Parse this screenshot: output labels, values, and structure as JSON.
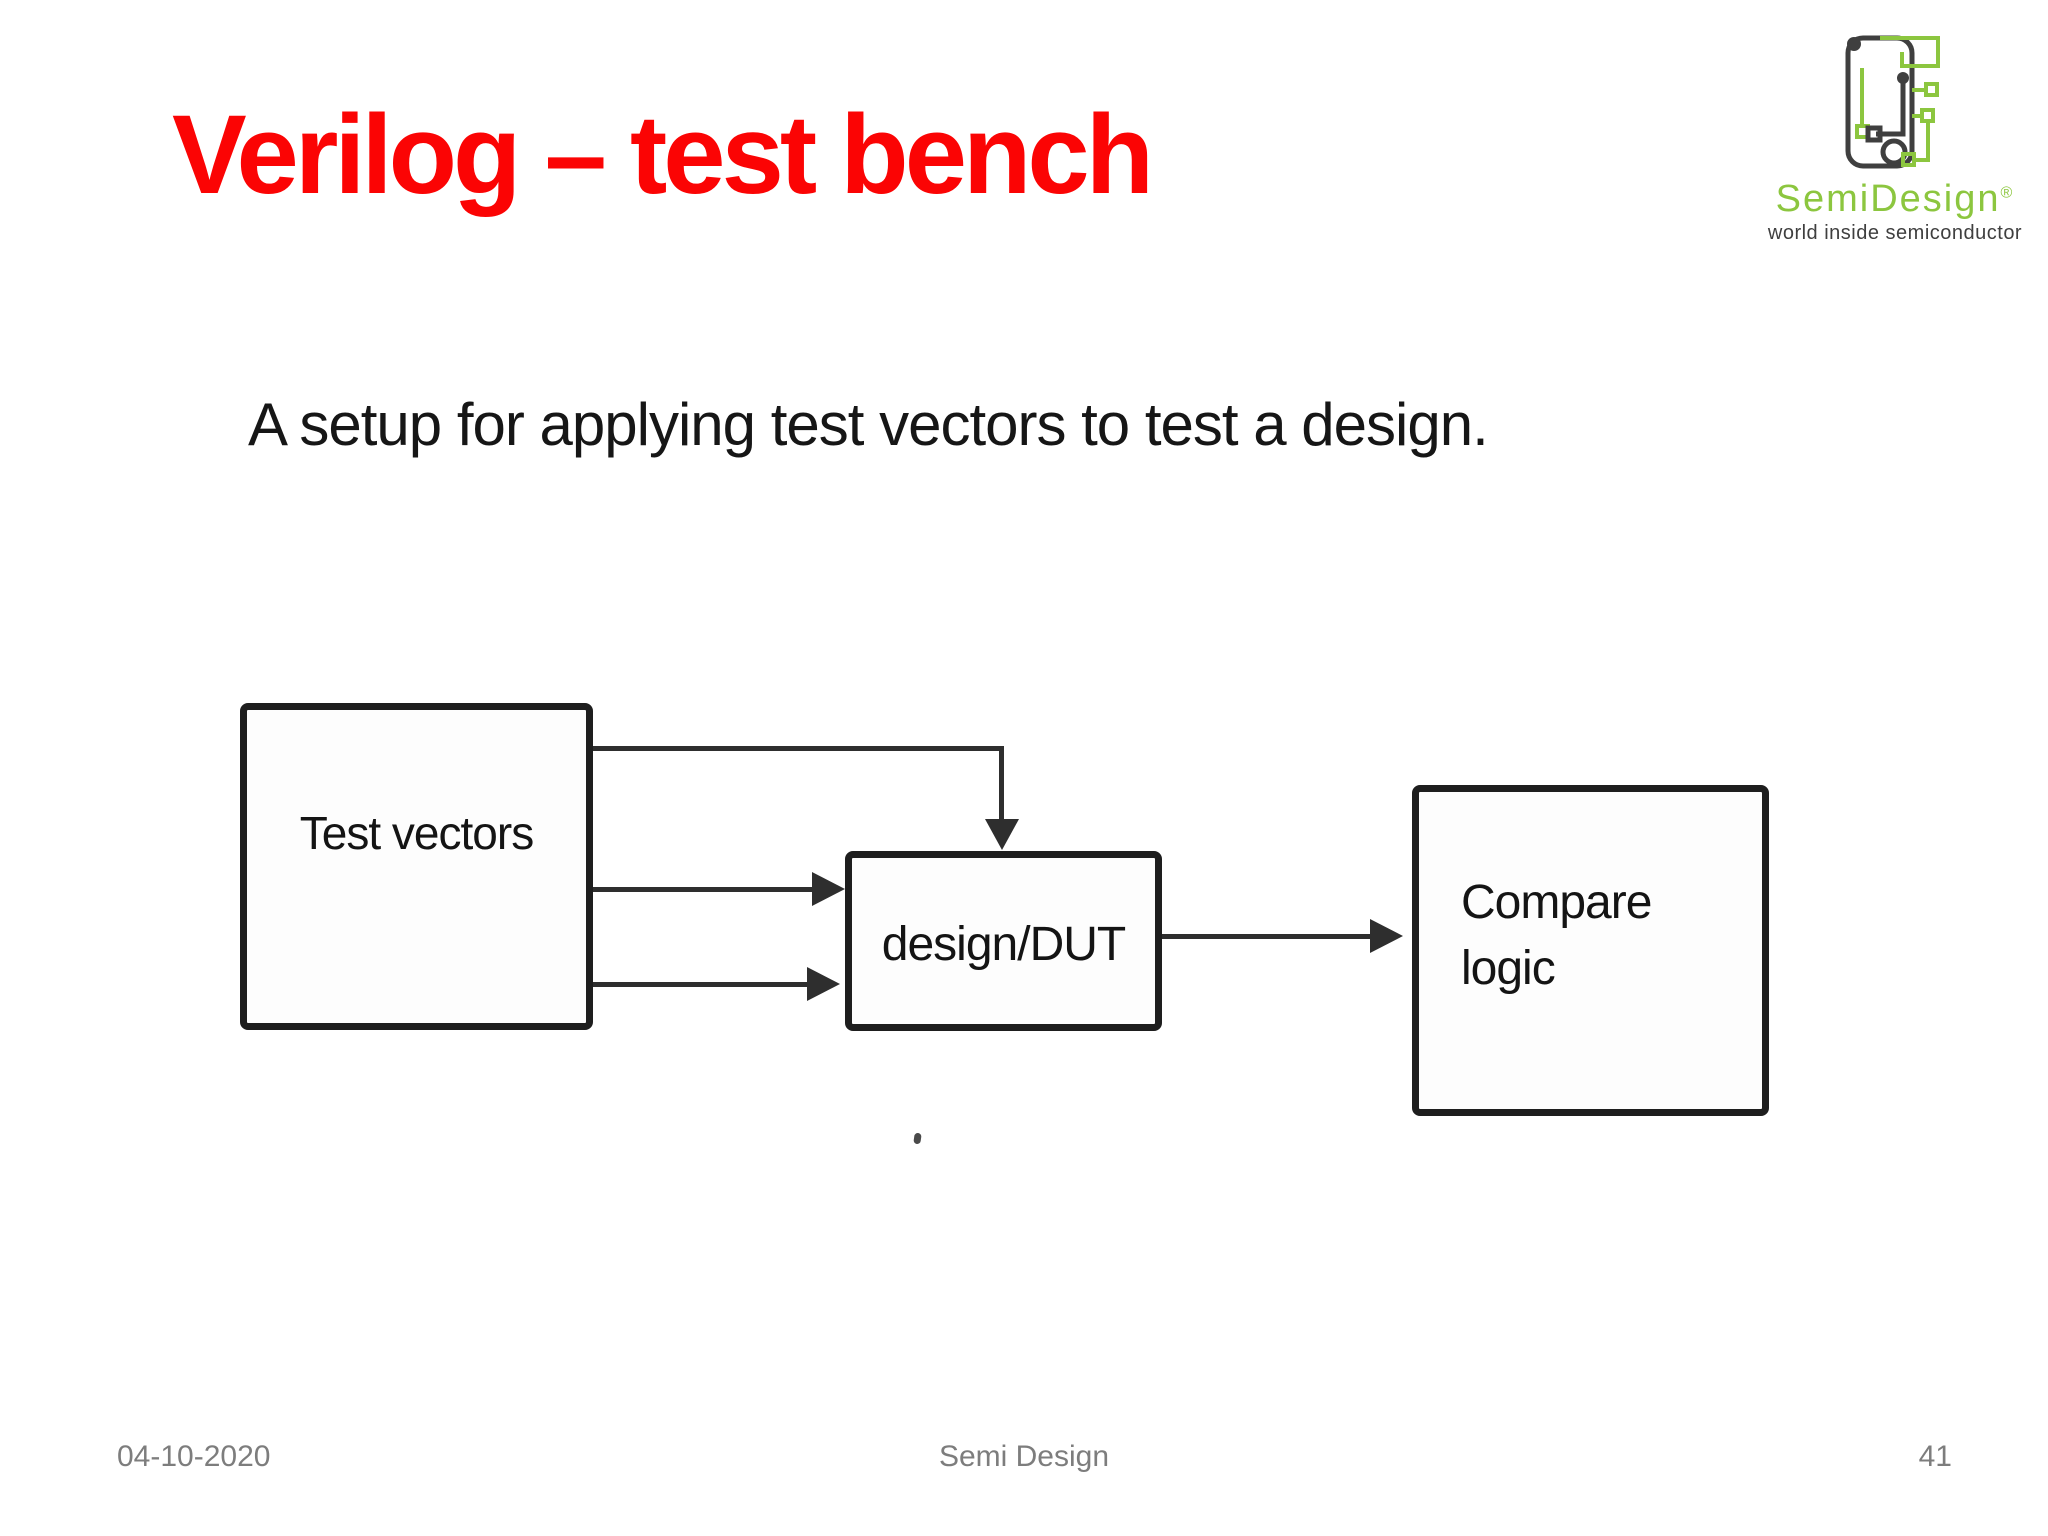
{
  "title": "Verilog – test bench",
  "subtitle": "A setup for applying test vectors to test a design.",
  "logo": {
    "brand": "SemiDesign",
    "reg": "®",
    "tagline": "world inside semiconductor"
  },
  "diagram": {
    "test_vectors_label": "Test vectors",
    "dut_label": "design/DUT",
    "compare_line1": "Compare",
    "compare_line2": "logic",
    "connections": [
      "Test vectors → design/DUT (top routed line, down arrow)",
      "Test vectors → design/DUT (middle arrow)",
      "Test vectors → design/DUT (bottom arrow)",
      "design/DUT → Compare logic (output arrow)"
    ]
  },
  "footer": {
    "date": "04-10-2020",
    "center": "Semi Design",
    "page": "41"
  },
  "colors": {
    "title_red": "#FB0404",
    "logo_green": "#8CC63F",
    "logo_dark": "#3F3F3F",
    "diagram_line": "#2E2E2E",
    "footer_gray": "#7D7D7D"
  }
}
